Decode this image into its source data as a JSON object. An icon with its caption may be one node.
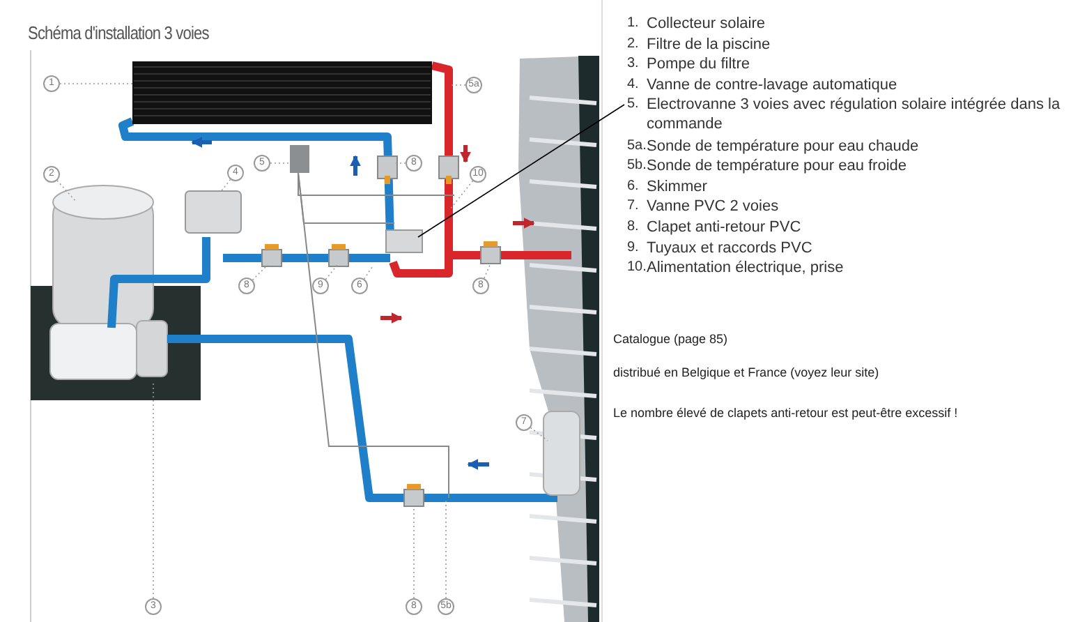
{
  "diagram": {
    "title": "Schéma d'installation 3 voies",
    "nodes": [
      {
        "text": [
          "1"
        ]
      },
      {
        "text": [
          "5a"
        ]
      },
      {
        "text": [
          "2"
        ]
      },
      {
        "text": [
          "4"
        ]
      },
      {
        "text": [
          "5"
        ]
      },
      {
        "text": [
          "8"
        ]
      },
      {
        "text": [
          "10"
        ]
      },
      {
        "text": [
          "8"
        ]
      },
      {
        "text": [
          "9"
        ]
      },
      {
        "text": [
          "6"
        ]
      },
      {
        "text": [
          "8"
        ]
      },
      {
        "text": [
          "7"
        ]
      },
      {
        "text": [
          "8"
        ]
      },
      {
        "text": [
          "5b"
        ]
      },
      {
        "text": [
          "3"
        ]
      },
      {
        "text": [
          "5.",
          "Electrovanne 3 voies avec régulation solaire intégrée dans la commande"
        ]
      }
    ],
    "edges": [
      {
        "from": 0,
        "to": null,
        "arrow": "none",
        "style": "dashed"
      },
      {
        "from": 1,
        "to": null,
        "arrow": "none",
        "style": "dashed"
      },
      {
        "from": 2,
        "to": null,
        "arrow": "none",
        "style": "dashed"
      },
      {
        "from": 3,
        "to": null,
        "arrow": "none",
        "style": "dashed"
      },
      {
        "from": 4,
        "to": null,
        "arrow": "none",
        "style": "dashed"
      },
      {
        "from": 5,
        "to": null,
        "arrow": "none",
        "style": "dashed"
      },
      {
        "from": 6,
        "to": null,
        "arrow": "none",
        "style": "dashed"
      },
      {
        "from": 7,
        "to": null,
        "arrow": "none",
        "style": "dashed"
      },
      {
        "from": 8,
        "to": null,
        "arrow": "none",
        "style": "dashed"
      },
      {
        "from": 9,
        "to": null,
        "arrow": "none",
        "style": "dashed"
      },
      {
        "from": 10,
        "to": null,
        "arrow": "none",
        "style": "dashed"
      },
      {
        "from": 11,
        "to": null,
        "arrow": "none",
        "style": "dashed"
      },
      {
        "from": 12,
        "to": null,
        "arrow": "none",
        "style": "dashed"
      },
      {
        "from": 13,
        "to": null,
        "arrow": "none",
        "style": "dashed"
      },
      {
        "from": 14,
        "to": null,
        "arrow": "none",
        "style": "dashed"
      },
      {
        "from": 15,
        "to": null,
        "arrow": "none",
        "color": "#000000"
      }
    ],
    "labels": [
      "1.",
      "Collecteur solaire",
      "2.",
      "Filtre de la piscine",
      "3.",
      "Pompe du filtre",
      "4.",
      "Vanne de contre-lavage automatique",
      "5a.",
      "Sonde de température pour eau chaude",
      "5b.",
      "Sonde de température pour eau froide",
      "6.",
      "Skimmer",
      "7.",
      "Vanne PVC 2 voies",
      "8.",
      "Clapet anti-retour PVC",
      "9.",
      "Tuyaux et raccords PVC",
      "10.",
      "Alimentation électrique, prise",
      "Catalogue (page 85)",
      "distribué en Belgique et France (voyez leur site)",
      "Le nombre élevé de clapets anti-retour est peut-être excessif !"
    ]
  }
}
